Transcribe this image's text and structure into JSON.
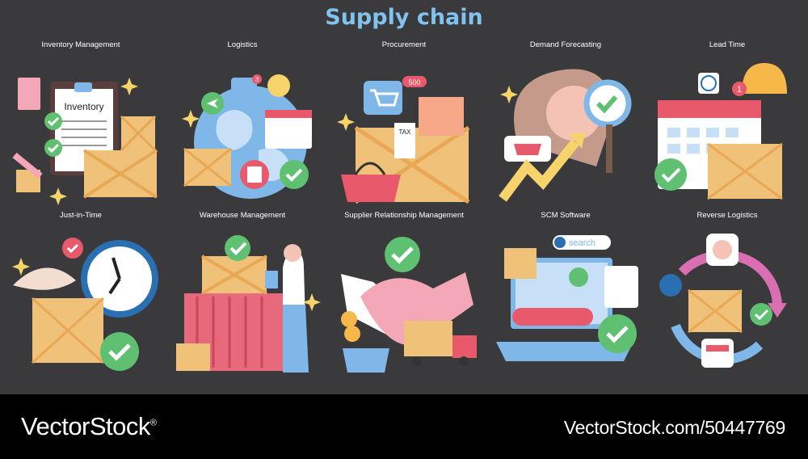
{
  "title": "Supply chain",
  "panels": [
    {
      "label": "Inventory Management",
      "text": "Inventory"
    },
    {
      "label": "Logistics",
      "badge": "3"
    },
    {
      "label": "Procurement",
      "badge": "500",
      "text": "TAX"
    },
    {
      "label": "Demand Forecasting"
    },
    {
      "label": "Lead Time",
      "badge": "1"
    },
    {
      "label": "Just-in-Time"
    },
    {
      "label": "Warehouse Management"
    },
    {
      "label": "Supplier Relationship Management"
    },
    {
      "label": "SCM Software",
      "search": "search"
    },
    {
      "label": "Reverse Logistics"
    }
  ],
  "footer": {
    "brand": "VectorStock",
    "registered": "®",
    "url": "VectorStock.com/50447769"
  }
}
